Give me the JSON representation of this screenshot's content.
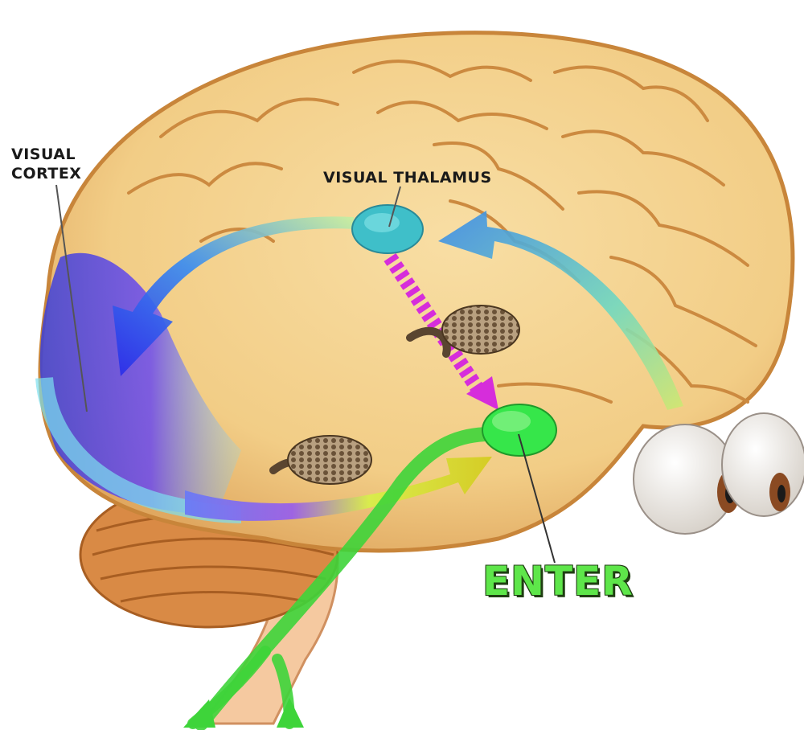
{
  "labels": {
    "visual_cortex_line1": "VISUAL",
    "visual_cortex_line2": "CORTEX",
    "visual_thalamus": "VISUAL THALAMUS",
    "enter": "ENTER"
  },
  "colors": {
    "brain": "#f2cf8a",
    "brain_outline": "#c8853a",
    "cerebellum": "#d98a45",
    "brainstem": "#f5c9a0",
    "cortex_region": "#5b4ee8",
    "thalamus": "#3fbfc9",
    "amygdala": "#36e64a",
    "pathway_magenta": "#d62ddb",
    "pathway_green": "#3ed43a",
    "enter_text": "#5ee64a"
  },
  "icons": [
    "snake-icon",
    "eyeball-icon"
  ]
}
